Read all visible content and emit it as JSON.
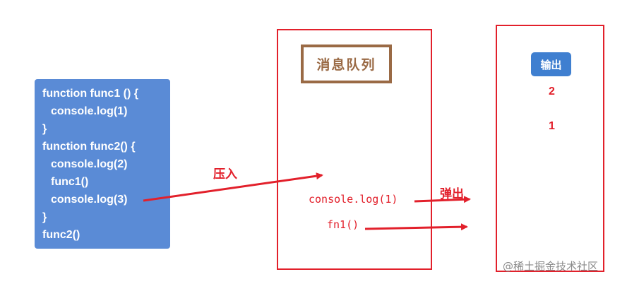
{
  "code": {
    "lines": [
      {
        "text": "function func1 () {",
        "indent": false
      },
      {
        "text": "console.log(1)",
        "indent": true
      },
      {
        "text": "}",
        "indent": false
      },
      {
        "text": "function func2() {",
        "indent": false
      },
      {
        "text": "console.log(2)",
        "indent": true
      },
      {
        "text": "func1()",
        "indent": true
      },
      {
        "text": "console.log(3)",
        "indent": true
      },
      {
        "text": "}",
        "indent": false
      },
      {
        "text": "func2()",
        "indent": false
      }
    ]
  },
  "queue": {
    "title": "消息队列",
    "items": [
      "console.log(1)",
      "fn1()"
    ]
  },
  "output": {
    "title": "输出",
    "values": [
      "2",
      "1"
    ]
  },
  "labels": {
    "push": "压入",
    "pop": "弹出"
  },
  "watermark": "@稀土掘金技术社区",
  "colors": {
    "code_bg": "#5a8bd6",
    "accent_red": "#e2202b",
    "queue_title": "#9a6a45",
    "output_badge": "#3f7fd0"
  }
}
